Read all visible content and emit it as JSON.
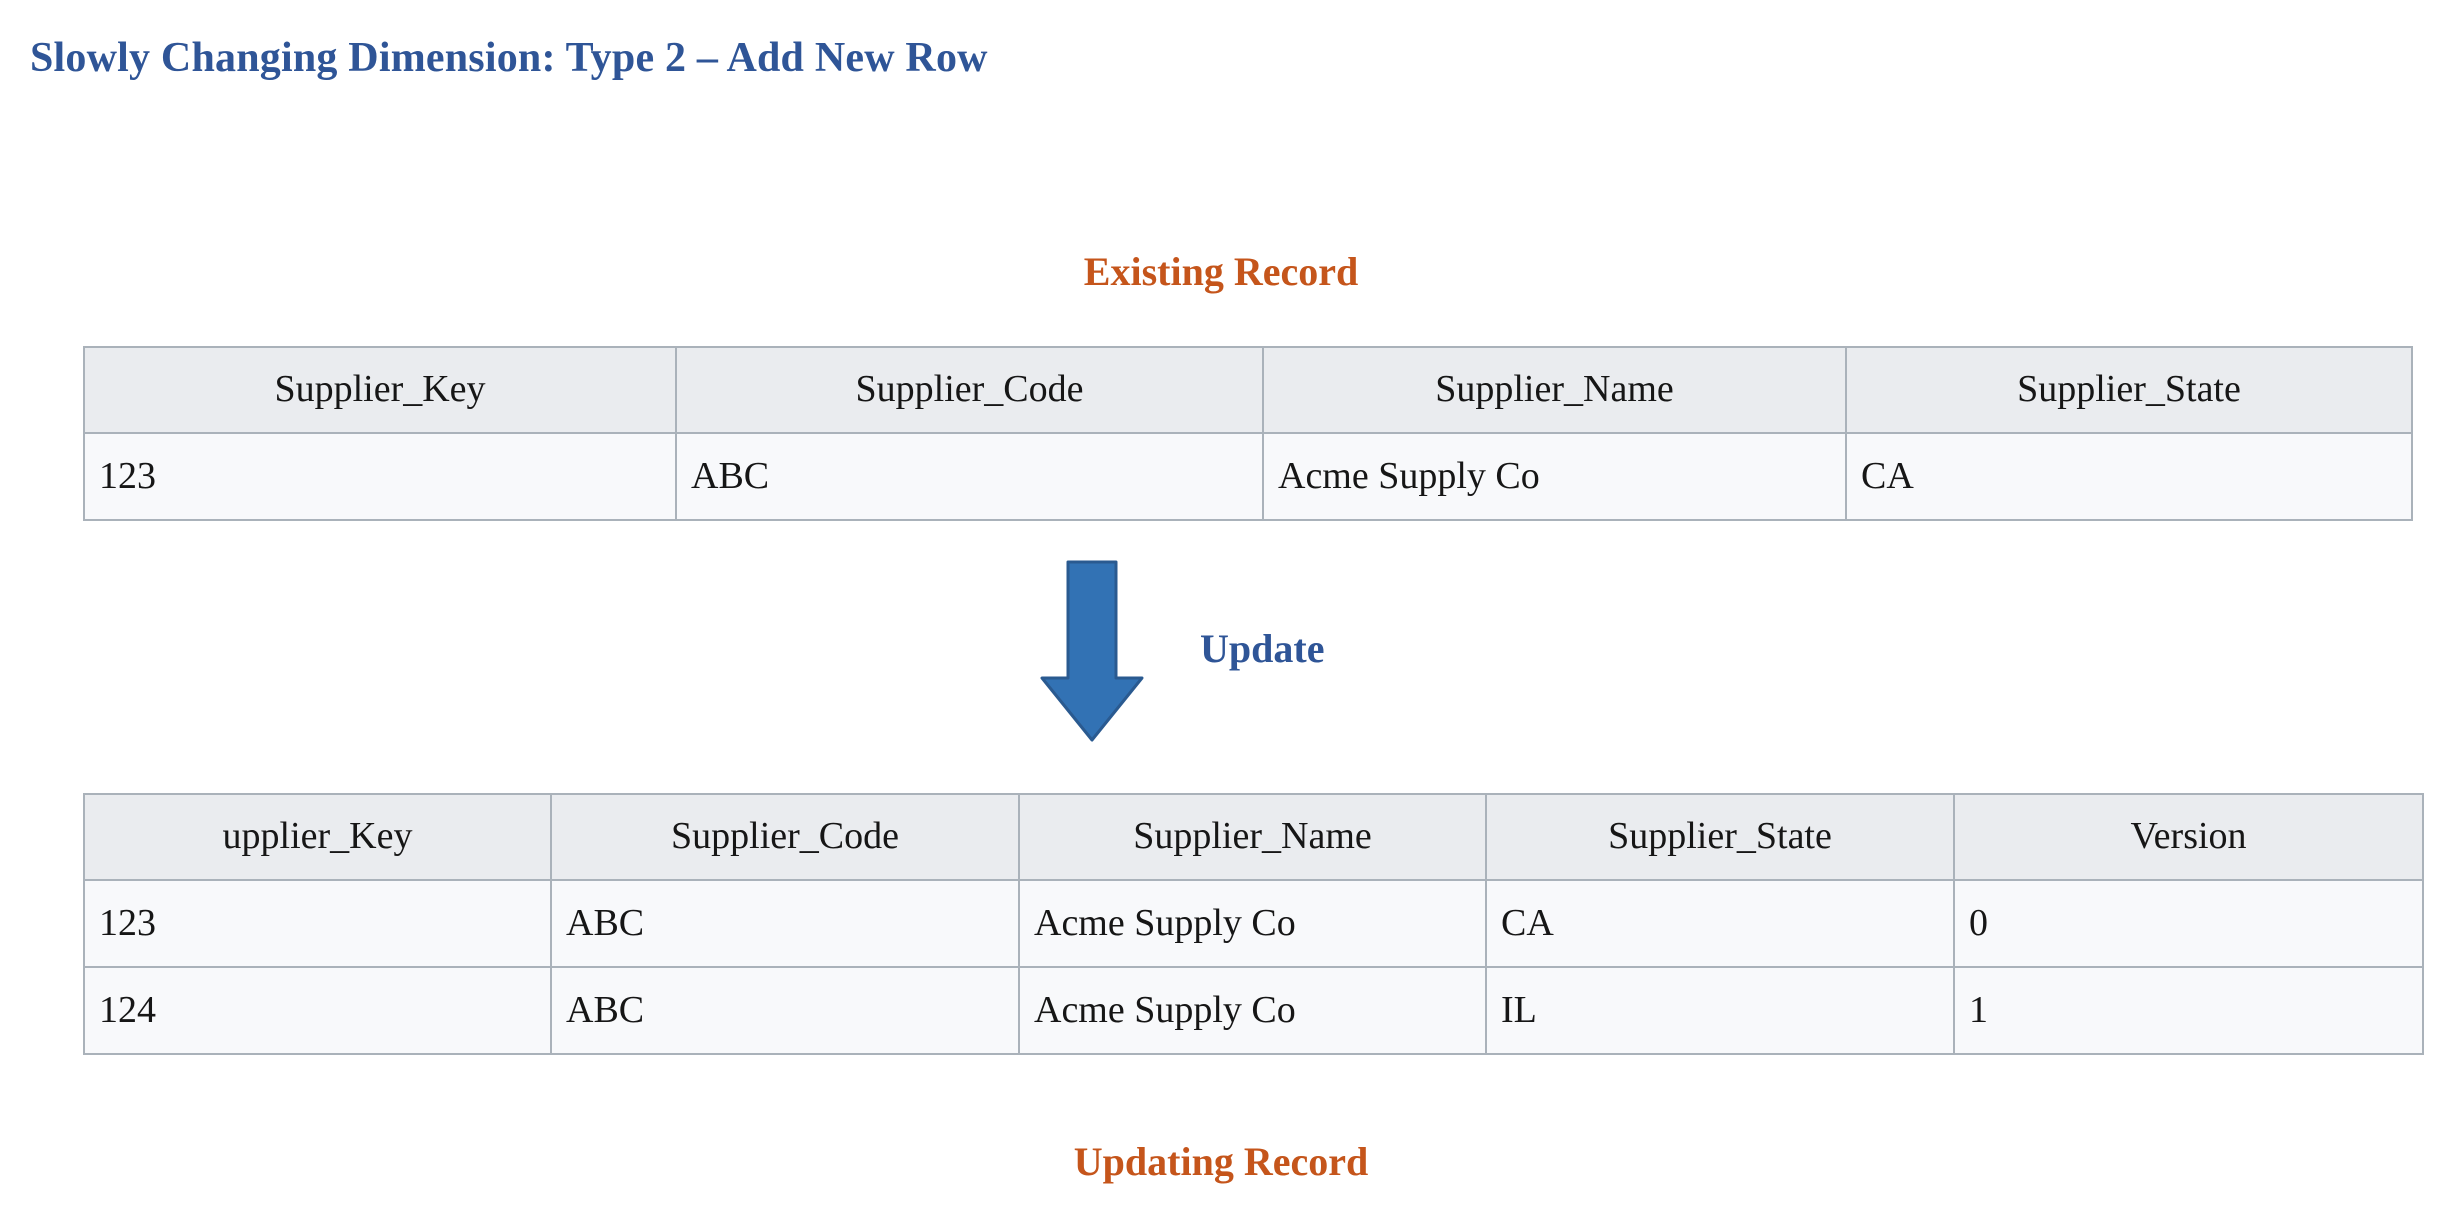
{
  "slide": {
    "title": "Slowly Changing Dimension: Type 2 – Add New Row"
  },
  "captions": {
    "existing": "Existing Record",
    "updating": "Updating Record"
  },
  "flow": {
    "arrow_icon": "down-arrow-icon",
    "label": "Update",
    "arrow_fill": "#3272b4",
    "arrow_stroke": "#2a5a90"
  },
  "colors": {
    "title_blue": "#2f5597",
    "caption_orange": "#c5551b",
    "header_bg": "#eaecef",
    "cell_bg": "#f8f9fb",
    "border": "#aab2ba"
  },
  "existing_table": {
    "headers": [
      "Supplier_Key",
      "Supplier_Code",
      "Supplier_Name",
      "Supplier_State"
    ],
    "rows": [
      [
        "123",
        "ABC",
        "Acme Supply Co",
        "CA"
      ]
    ]
  },
  "updated_table": {
    "headers": [
      "upplier_Key",
      "Supplier_Code",
      "Supplier_Name",
      "Supplier_State",
      "Version"
    ],
    "rows": [
      [
        "123",
        "ABC",
        "Acme Supply Co",
        "CA",
        "0"
      ],
      [
        "124",
        "ABC",
        "Acme Supply Co",
        "IL",
        "1"
      ]
    ]
  }
}
